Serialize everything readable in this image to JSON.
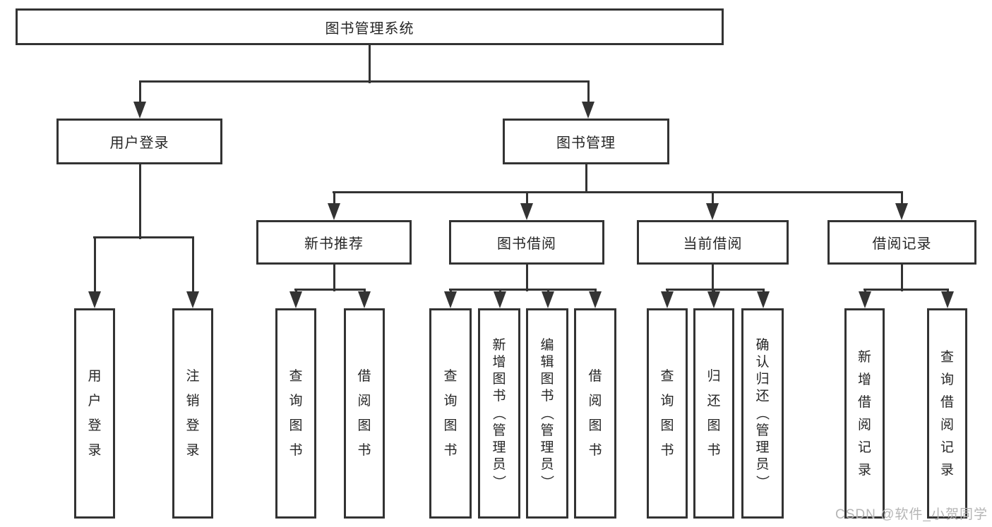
{
  "diagram": {
    "root": {
      "label": "图书管理系统"
    },
    "level2": [
      {
        "label": "用户登录"
      },
      {
        "label": "图书管理"
      }
    ],
    "level3": [
      {
        "label": "新书推荐"
      },
      {
        "label": "图书借阅"
      },
      {
        "label": "当前借阅"
      },
      {
        "label": "借阅记录"
      }
    ],
    "leaves": {
      "user_login": [
        "用户登录",
        "注销登录"
      ],
      "new_rec": [
        "查询图书",
        "借阅图书"
      ],
      "book_borrow": [
        "查询图书",
        "新增图书（管理员）",
        "编辑图书（管理员）",
        "借阅图书"
      ],
      "current_borrow": [
        "查询图书",
        "归还图书",
        "确认归还（管理员）"
      ],
      "borrow_record": [
        "新增借阅记录",
        "查询借阅记录"
      ]
    }
  },
  "watermark": "CSDN @软件_小贺同学",
  "colors": {
    "line": "#333333",
    "box_border": "#333333",
    "text": "#262626",
    "watermark_text": "#b5b5b5",
    "background": "#ffffff"
  }
}
